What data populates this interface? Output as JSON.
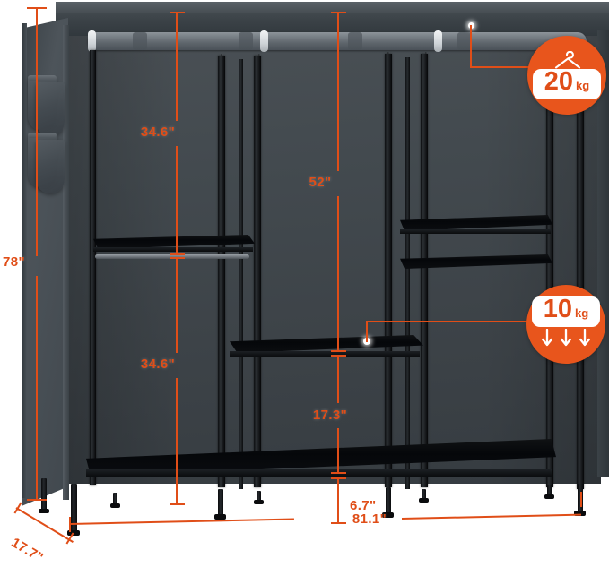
{
  "product": {
    "name": "portable-closet-wardrobe",
    "color_name": "dark gray"
  },
  "theme": {
    "accent": "#E04E18",
    "badge_fill": "#E8551C",
    "frame": "#0d0f11",
    "fabric": "#434a50",
    "interior": "#3c4247",
    "background": "#ffffff"
  },
  "dimensions": {
    "overall_height": "78\"",
    "overall_width": "81.1\"",
    "overall_depth": "17.7\"",
    "upper_hanging_height": "34.6\"",
    "lower_hanging_height": "34.6\"",
    "center_tall_section": "52\"",
    "center_lower_section": "17.3\"",
    "bottom_clearance": "6.7\""
  },
  "badges": [
    {
      "id": "rod-capacity",
      "value": "20",
      "unit": "kg",
      "icon": "hanger-icon",
      "target": "hanging-rod"
    },
    {
      "id": "shelf-capacity",
      "value": "10",
      "unit": "kg",
      "icon": "shelf-load-arrows-icon",
      "target": "middle-shelf"
    }
  ]
}
